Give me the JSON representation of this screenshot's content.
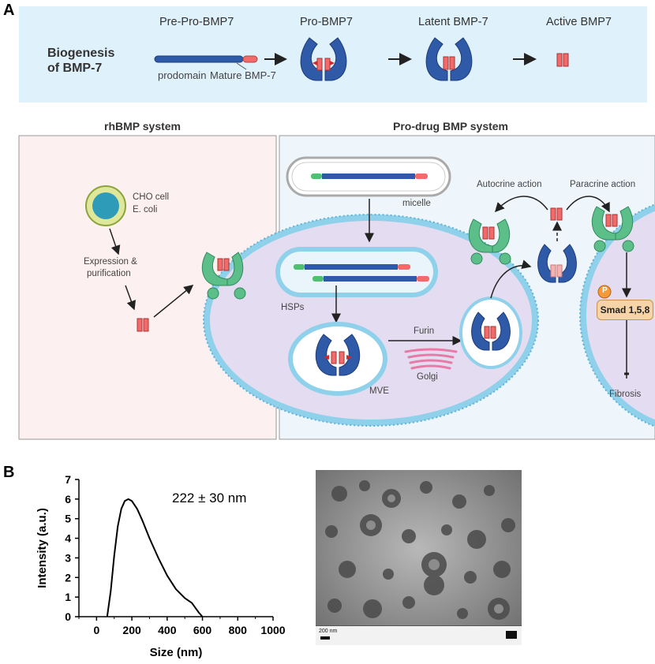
{
  "panel_a": {
    "letter": "A",
    "biogenesis_title_line1": "Biogenesis",
    "biogenesis_title_line2": "of BMP-7",
    "stages": [
      "Pre-Pro-BMP7",
      "Pro-BMP7",
      "Latent BMP-7",
      "Active BMP7"
    ],
    "prodomain_label": "prodomain",
    "mature_label": "Mature BMP-7",
    "rhbmp_title": "rhBMP system",
    "prodrug_title": "Pro-drug BMP system",
    "cho_cell": "CHO cell",
    "e_coli": "E. coli",
    "expression_line1": "Expression &",
    "expression_line2": "purification",
    "micelle": "micelle",
    "hsps": "HSPs",
    "furin": "Furin",
    "golgi": "Golgi",
    "mve": "MVE",
    "autocrine": "Autocrine action",
    "paracrine": "Paracrine action",
    "phospho": "P",
    "smad": "Smad 1,5,8",
    "fibrosis": "Fibrosis",
    "colors": {
      "banner": "#dff1fa",
      "rhbmp_bg": "#fdf0f0",
      "prodrug_bg": "#eef6fb",
      "membrane": "#8fd0ea",
      "cell_interior": "#ddd3ee",
      "prodomain_blue": "#2f5aa8",
      "mature_red": "#f26b6b",
      "receptor_green": "#5cbf8a"
    }
  },
  "panel_b": {
    "letter": "B",
    "annotation": "222 ± 30 nm",
    "tem_scale": "200 nm"
  },
  "chart_data": {
    "type": "line",
    "xlabel": "Size (nm)",
    "ylabel": "Intensity (a.u.)",
    "xlim": [
      -100,
      1000
    ],
    "ylim": [
      0,
      7
    ],
    "x_ticks": [
      "0",
      "200",
      "400",
      "600",
      "800",
      "1000"
    ],
    "y_ticks": [
      "0",
      "1",
      "2",
      "3",
      "4",
      "5",
      "6",
      "7"
    ],
    "series": [
      {
        "x": [
          60,
          80,
          100,
          120,
          140,
          160,
          180,
          200,
          230,
          260,
          300,
          350,
          400,
          450,
          500,
          540,
          560,
          580,
          600
        ],
        "y": [
          0,
          1.3,
          3.1,
          4.6,
          5.5,
          5.9,
          6.0,
          5.9,
          5.5,
          4.9,
          4.0,
          3.0,
          2.1,
          1.4,
          0.95,
          0.7,
          0.45,
          0.2,
          0
        ]
      }
    ]
  }
}
